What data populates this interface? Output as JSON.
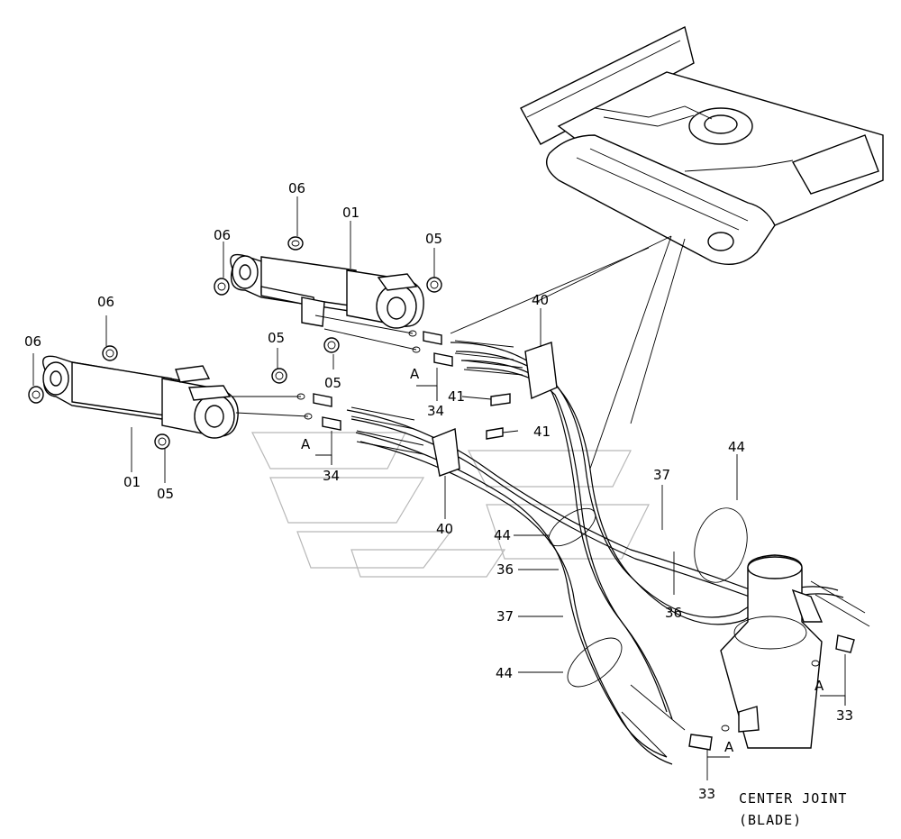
{
  "caption": {
    "line1": "CENTER JOINT",
    "line2": "(BLADE)"
  },
  "callouts": [
    {
      "id": "c-01-top",
      "text": "01"
    },
    {
      "id": "c-06-top-a",
      "text": "06"
    },
    {
      "id": "c-06-top-b",
      "text": "06"
    },
    {
      "id": "c-05-top-r",
      "text": "05"
    },
    {
      "id": "c-06-left-a",
      "text": "06"
    },
    {
      "id": "c-06-left-b",
      "text": "06"
    },
    {
      "id": "c-05-mid",
      "text": "05"
    },
    {
      "id": "c-05-mid2",
      "text": "05"
    },
    {
      "id": "c-A-1",
      "text": "A"
    },
    {
      "id": "c-34-1",
      "text": "34"
    },
    {
      "id": "c-40-top",
      "text": "40"
    },
    {
      "id": "c-41-a",
      "text": "41"
    },
    {
      "id": "c-41-b",
      "text": "41"
    },
    {
      "id": "c-A-2",
      "text": "A"
    },
    {
      "id": "c-34-2",
      "text": "34"
    },
    {
      "id": "c-01-bot",
      "text": "01"
    },
    {
      "id": "c-05-bot",
      "text": "05"
    },
    {
      "id": "c-40-bot",
      "text": "40"
    },
    {
      "id": "c-44-top",
      "text": "44"
    },
    {
      "id": "c-37-top",
      "text": "37"
    },
    {
      "id": "c-44-mid",
      "text": "44"
    },
    {
      "id": "c-36-mid",
      "text": "36"
    },
    {
      "id": "c-36-r",
      "text": "36"
    },
    {
      "id": "c-37-mid",
      "text": "37"
    },
    {
      "id": "c-44-bot",
      "text": "44"
    },
    {
      "id": "c-A-3",
      "text": "A"
    },
    {
      "id": "c-33-r",
      "text": "33"
    },
    {
      "id": "c-A-4",
      "text": "A"
    },
    {
      "id": "c-33-b",
      "text": "33"
    }
  ]
}
